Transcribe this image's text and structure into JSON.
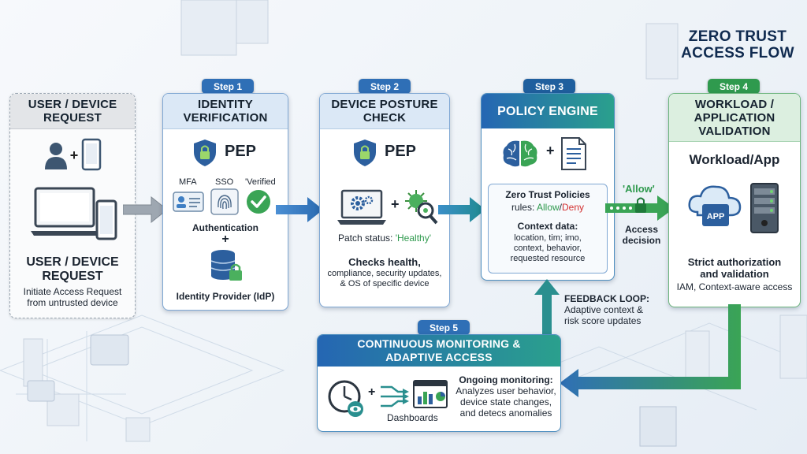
{
  "title": {
    "line1": "ZERO TRUST",
    "line2": "ACCESS FLOW"
  },
  "steps": {
    "s1": "Step 1",
    "s2": "Step 2",
    "s3": "Step 3",
    "s4": "Step 4",
    "s5": "Step 5"
  },
  "user": {
    "header_l1": "USER / DEVICE",
    "header_l2": "REQUEST",
    "sub_l1": "USER / DEVICE",
    "sub_l2": "REQUEST",
    "desc_l1": "Initiate Access Request",
    "desc_l2": "from untrusted device"
  },
  "identity": {
    "header_l1": "IDENTITY",
    "header_l2": "VERIFICATION",
    "pep": "PEP",
    "mfa": "MFA",
    "sso": "SSO",
    "verified": "'Verified",
    "authentication": "Authentication",
    "plus": "+",
    "idp": "Identity Provider (IdP)"
  },
  "device": {
    "header_l1": "DEVICE POSTURE",
    "header_l2": "CHECK",
    "pep": "PEP",
    "plus": "+",
    "patch_label": "Patch status:",
    "patch_value": "'Healthy'",
    "checks": "Checks health,",
    "desc_l1": "compliance, security updates,",
    "desc_l2": "& OS of specific device"
  },
  "policy": {
    "header": "POLICY ENGINE",
    "plus": "+",
    "policies": "Zero Trust Policies",
    "rules_label": "rules:",
    "allow": "Allow",
    "slash": "/",
    "deny": "Deny",
    "context_title": "Context data:",
    "ctx_l1": "location, tim; imo,",
    "ctx_l2": "context, behavior,",
    "ctx_l3": "requested resource"
  },
  "decision": {
    "allow": "'Allow'",
    "access_l1": "Access",
    "access_l2": "decision"
  },
  "workload": {
    "header_l1": "WORKLOAD /",
    "header_l2": "APPLICATION",
    "header_l3": "VALIDATION",
    "name": "Workload/App",
    "app": "APP",
    "auth_l1": "Strict authorization",
    "auth_l2": "and validation",
    "iam": "IAM, Context-aware access"
  },
  "feedback": {
    "title": "FEEDBACK LOOP:",
    "l1": "Adaptive context &",
    "l2": "risk score updates"
  },
  "monitor": {
    "header_l1": "CONTINUOUS MONITORING &",
    "header_l2": "ADAPTIVE ACCESS",
    "plus": "+",
    "dashboards": "Dashboards",
    "ongoing": "Ongoing monitoring:",
    "d1": "Analyzes user behavior,",
    "d2": "device state changes,",
    "d3": "and detecs anomalies"
  },
  "colors": {
    "blue": "#2f6fb6",
    "green": "#2f9a4e",
    "deny": "#d32f2f",
    "allow": "#2f9a4e",
    "header_blue": "#dbe8f6"
  }
}
